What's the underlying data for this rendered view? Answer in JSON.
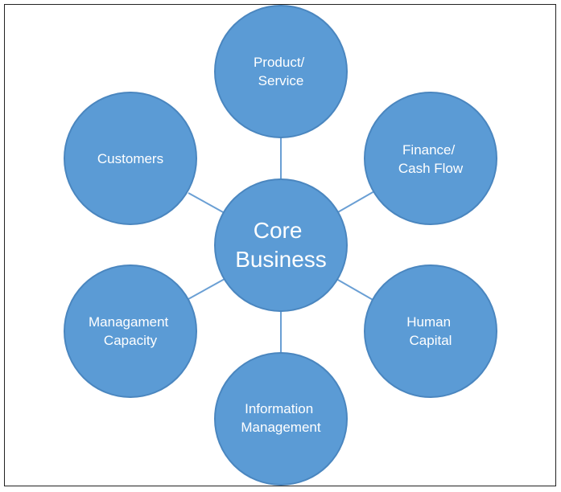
{
  "diagram": {
    "center": {
      "label_lines": [
        "Core",
        "Business"
      ]
    },
    "satellites": [
      {
        "id": "product",
        "label_lines": [
          "Product/",
          "Service"
        ]
      },
      {
        "id": "finance",
        "label_lines": [
          "Finance/",
          "Cash Flow"
        ]
      },
      {
        "id": "human",
        "label_lines": [
          "Human",
          "Capital"
        ]
      },
      {
        "id": "information",
        "label_lines": [
          "Information",
          "Management"
        ]
      },
      {
        "id": "management",
        "label_lines": [
          "Managament",
          "Capacity"
        ]
      },
      {
        "id": "customers",
        "label_lines": [
          "Customers"
        ]
      }
    ],
    "colors": {
      "node_fill": "#5b9bd5",
      "node_stroke": "#4a86bf",
      "connector": "#6a9fd4",
      "text": "#ffffff",
      "frame": "#222222"
    }
  }
}
